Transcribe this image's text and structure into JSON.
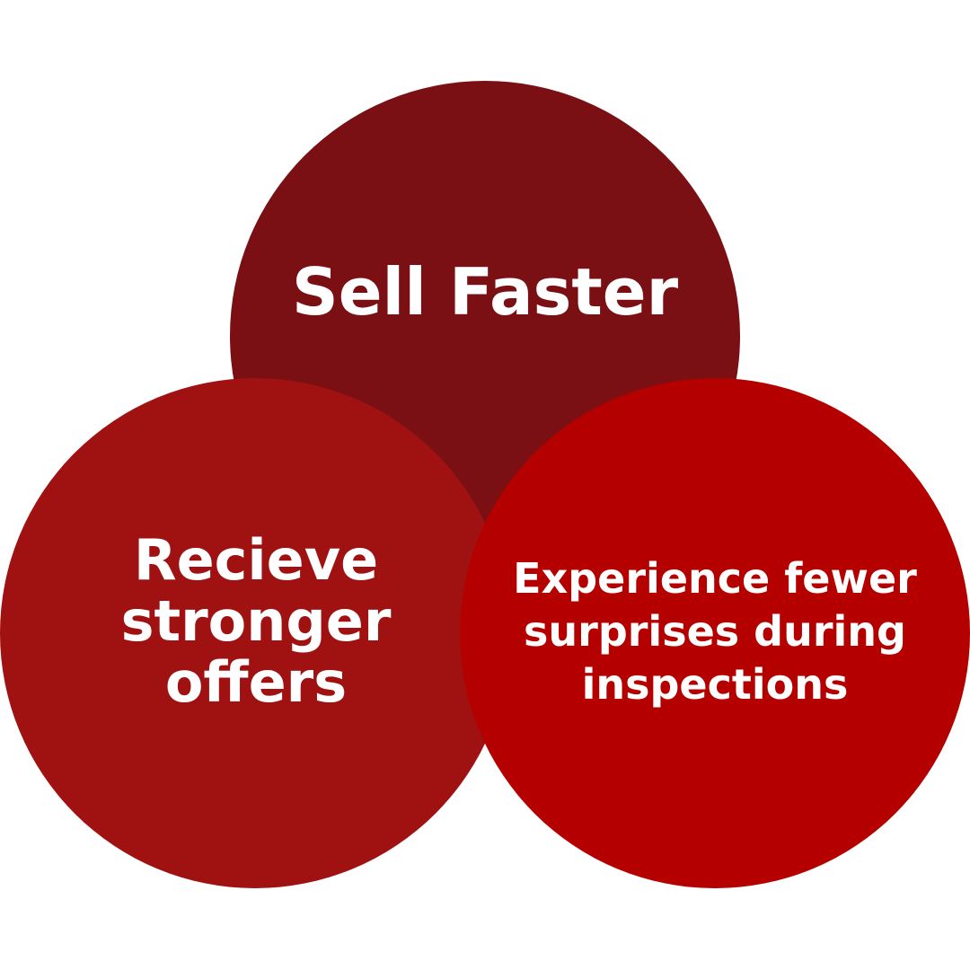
{
  "diagram": {
    "type": "venn",
    "circles": [
      {
        "id": "top",
        "label": "Sell Faster",
        "color": "#7A1013"
      },
      {
        "id": "left",
        "label": "Recieve\nstronger\noffers",
        "color": "#A01111"
      },
      {
        "id": "right",
        "label": "Experience fewer\nsurprises during\ninspections",
        "color": "#B50000"
      }
    ]
  }
}
